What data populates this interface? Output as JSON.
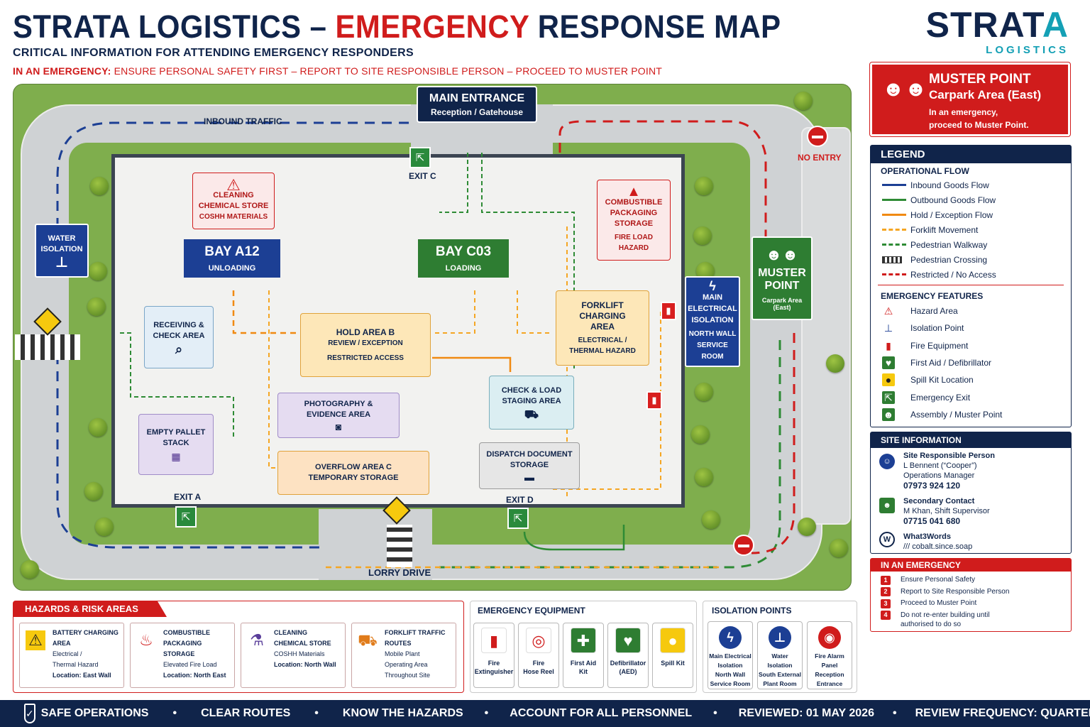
{
  "header": {
    "title_a": "STRATA LOGISTICS –",
    "title_b": "EMERGENCY",
    "title_c": "RESPONSE MAP",
    "subtitle": "CRITICAL INFORMATION FOR ATTENDING EMERGENCY RESPONDERS",
    "emergency_prefix": "IN AN EMERGENCY:",
    "emergency_text": "ENSURE PERSONAL SAFETY FIRST – REPORT TO SITE RESPONSIBLE PERSON – PROCEED TO MUSTER POINT"
  },
  "logo": {
    "word_a": "STRAT",
    "word_b": "A",
    "sub": "LOGISTICS"
  },
  "map": {
    "main_entrance": "MAIN ENTRANCE",
    "main_entrance_sub": "Reception / Gatehouse",
    "inbound_traffic": "INBOUND TRAFFIC",
    "no_entry": "NO ENTRY",
    "lorry_drive": "LORRY DRIVE",
    "exit_a": "EXIT A",
    "exit_c": "EXIT C",
    "exit_d": "EXIT D",
    "water_isolation": [
      "WATER",
      "ISOLATION"
    ],
    "cleaning": [
      "CLEANING",
      "CHEMICAL STORE",
      "COSHH MATERIALS"
    ],
    "combustible": [
      "COMBUSTIBLE",
      "PACKAGING",
      "STORAGE",
      "FIRE LOAD",
      "HAZARD"
    ],
    "bay_a12": "BAY A12",
    "bay_a12_sub": "UNLOADING",
    "bay_c03": "BAY C03",
    "bay_c03_sub": "LOADING",
    "receiving": [
      "RECEIVING &",
      "CHECK AREA"
    ],
    "hold": [
      "HOLD AREA B",
      "REVIEW / EXCEPTION",
      "RESTRICTED ACCESS"
    ],
    "forklift": [
      "FORKLIFT",
      "CHARGING",
      "AREA",
      "ELECTRICAL /",
      "THERMAL HAZARD"
    ],
    "elec": [
      "MAIN",
      "ELECTRICAL",
      "ISOLATION",
      "NORTH WALL",
      "SERVICE ROOM"
    ],
    "muster": [
      "MUSTER",
      "POINT",
      "Carpark Area (East)"
    ],
    "checkload": [
      "CHECK & LOAD",
      "STAGING AREA"
    ],
    "photo": [
      "PHOTOGRAPHY &",
      "EVIDENCE AREA"
    ],
    "pallet": [
      "EMPTY PALLET",
      "STACK"
    ],
    "overflow": [
      "OVERFLOW AREA C",
      "TEMPORARY STORAGE"
    ],
    "dispatch": [
      "DISPATCH DOCUMENT",
      "STORAGE"
    ]
  },
  "muster_box": {
    "title": "MUSTER POINT",
    "sub": "Carpark Area (East)",
    "line1": "In an emergency,",
    "line2": "proceed to Muster Point."
  },
  "legend": {
    "title": "LEGEND",
    "flow_title": "OPERATIONAL FLOW",
    "flows": [
      {
        "label": "Inbound Goods Flow",
        "color": "#1c3f94",
        "style": "solid"
      },
      {
        "label": "Outbound Goods Flow",
        "color": "#2e8b35",
        "style": "solid"
      },
      {
        "label": "Hold / Exception Flow",
        "color": "#f08a12",
        "style": "solid"
      },
      {
        "label": "Forklift Movement",
        "color": "#f5a623",
        "style": "dash"
      },
      {
        "label": "Pedestrian Walkway",
        "color": "#2e8b35",
        "style": "dash"
      },
      {
        "label": "Pedestrian Crossing",
        "color": "#333333",
        "style": "zebra"
      },
      {
        "label": "Restricted / No Access",
        "color": "#d01c1c",
        "style": "dash"
      }
    ],
    "feat_title": "EMERGENCY FEATURES",
    "features": [
      {
        "label": "Hazard Area",
        "icon": "hazard-icon"
      },
      {
        "label": "Isolation Point",
        "icon": "valve-icon"
      },
      {
        "label": "Fire Equipment",
        "icon": "extinguisher-icon"
      },
      {
        "label": "First Aid / Defibrillator",
        "icon": "heart-icon"
      },
      {
        "label": "Spill Kit Location",
        "icon": "drop-icon"
      },
      {
        "label": "Emergency Exit",
        "icon": "exit-icon"
      },
      {
        "label": "Assembly / Muster Point",
        "icon": "people-icon"
      }
    ]
  },
  "site_info": {
    "title": "SITE INFORMATION",
    "p1_title": "Site Responsible Person",
    "p1_name": "L Bennent (“Cooper”)",
    "p1_role": "Operations Manager",
    "p1_phone": "07973 924 120",
    "p2_title": "Secondary Contact",
    "p2_name": "M Khan, Shift Supervisor",
    "p2_phone": "07715 041 680",
    "w3w_title": "What3Words",
    "w3w": "/// cobalt.since.soap"
  },
  "emergency_steps": {
    "title": "IN AN EMERGENCY",
    "steps": [
      "Ensure Personal Safety",
      "Report to Site Responsible Person",
      "Proceed to Muster Point",
      "Do not re-enter building until",
      "authorised to do so"
    ]
  },
  "hazards": {
    "title": "HAZARDS & RISK AREAS",
    "items": [
      {
        "t1": "BATTERY CHARGING",
        "t2": "AREA",
        "d1": "Electrical /",
        "d2": "Thermal Hazard",
        "loc": "Location: East Wall"
      },
      {
        "t1": "COMBUSTIBLE PACKAGING",
        "t2": "STORAGE",
        "d1": "Elevated Fire Load",
        "d2": "",
        "loc": "Location: North East"
      },
      {
        "t1": "CLEANING CHEMICAL STORE",
        "t2": "",
        "d1": "COSHH Materials",
        "d2": "",
        "loc": "Location: North Wall"
      },
      {
        "t1": "FORKLIFT TRAFFIC",
        "t2": "ROUTES",
        "d1": "Mobile Plant",
        "d2": "Operating Area",
        "loc": "Throughout Site"
      }
    ]
  },
  "equipment": {
    "title": "EMERGENCY EQUIPMENT",
    "items": [
      [
        "Fire",
        "Extinguisher"
      ],
      [
        "Fire",
        "Hose Reel"
      ],
      [
        "First Aid",
        "Kit"
      ],
      [
        "Defibrillator",
        "(AED)"
      ],
      [
        "Spill Kit",
        ""
      ]
    ]
  },
  "isolation": {
    "title": "ISOLATION POINTS",
    "items": [
      [
        "Main Electrical",
        "Isolation",
        "North Wall",
        "Service Room"
      ],
      [
        "Water",
        "Isolation",
        "South External",
        "Plant Room"
      ],
      [
        "Fire Alarm",
        "Panel",
        "Reception",
        "Entrance"
      ]
    ]
  },
  "footer": [
    "SAFE OPERATIONS",
    "CLEAR ROUTES",
    "KNOW THE HAZARDS",
    "ACCOUNT FOR ALL PERSONNEL",
    "REVIEWED: 01 MAY 2026",
    "REVIEW FREQUENCY: QUARTERLY"
  ],
  "colors": {
    "navy": "#10244a",
    "red": "#d01c1c",
    "green": "#2e8b35",
    "amber": "#f5a623",
    "teal": "#14a0b5"
  }
}
